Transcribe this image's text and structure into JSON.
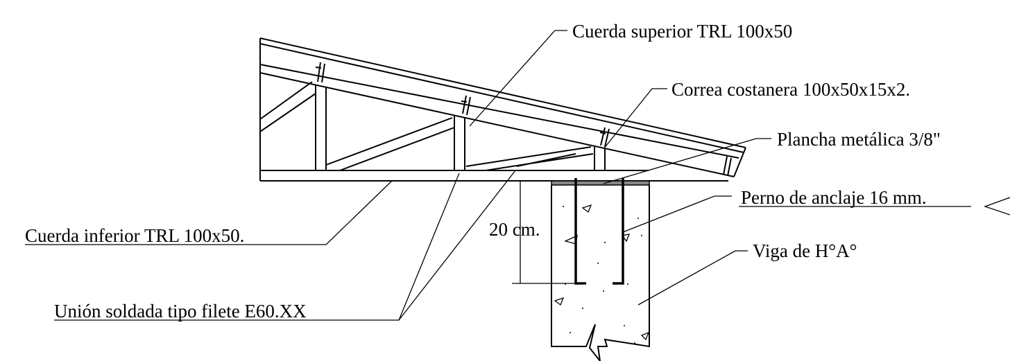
{
  "labels": {
    "top_chord": "Cuerda superior TRL 100x50",
    "purlin": "Correa costanera 100x50x15x2.",
    "steel_plate": "Plancha metálica 3/8\"",
    "anchor_bolt": "Perno de anclaje 16 mm.",
    "bottom_chord": "Cuerda inferior TRL 100x50.",
    "beam": "Viga de H°A°",
    "weld": "Unión soldada tipo filete E60.XX",
    "dimension": "20 cm."
  },
  "colors": {
    "line": "#000000",
    "plate": "#888888",
    "background": "#ffffff"
  }
}
